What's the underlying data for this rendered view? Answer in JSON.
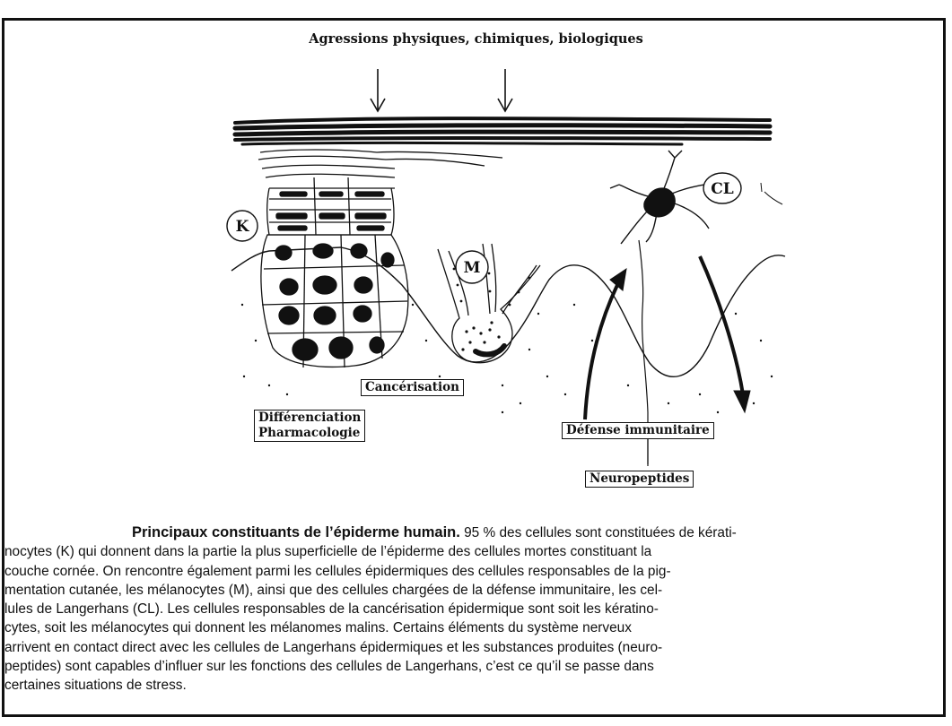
{
  "figure": {
    "top_title": "Agressions physiques, chimiques, biologiques",
    "cell_labels": {
      "keratinocyte": "K",
      "melanocyte": "M",
      "langerhans": "CL"
    },
    "boxes": {
      "cancerisation": "Cancérisation",
      "differenciation_line1": "Différenciation",
      "differenciation_line2": "Pharmacologie",
      "defense": "Défense immunitaire",
      "neuropeptides": "Neuropeptides"
    }
  },
  "caption": {
    "heading": "Principaux constituants de l’épiderme humain.",
    "lines": [
      " 95 % des cellules sont constituées de kérati-",
      "nocytes (K) qui donnent dans la partie la plus superficielle de l’épiderme des cellules mortes constituant la",
      "couche cornée. On rencontre également parmi les cellules épidermiques des cellules responsables de la pig-",
      "mentation cutanée, les mélanocytes (M), ainsi que des cellules chargées de la défense immunitaire, les cel-",
      "lules de Langerhans (CL). Les cellules responsables de la cancérisation épidermique sont soit les kératino-",
      "cytes, soit les mélanocytes qui donnent les mélanomes malins. Certains éléments du système nerveux",
      "arrivent en contact direct avec les cellules de Langerhans épidermiques et les substances produites (neuro-",
      "peptides) sont capables d’influer sur les fonctions des cellules de Langerhans, c’est ce qu’il se passe dans",
      "certaines situations de stress."
    ]
  }
}
